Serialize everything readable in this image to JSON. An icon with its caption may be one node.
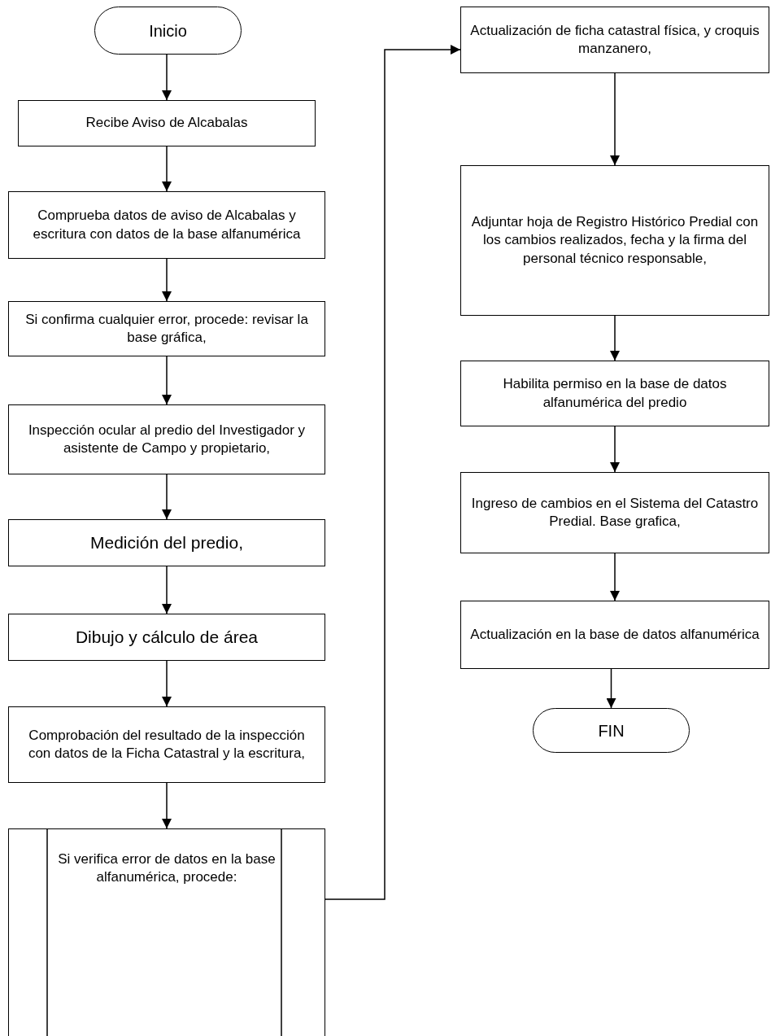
{
  "diagram": {
    "nodes": [
      {
        "text": [
          "Inicio"
        ]
      },
      {
        "text": [
          "Recibe Aviso de Alcabalas"
        ]
      },
      {
        "text": [
          "Comprueba datos de aviso de Alcabalas y escritura con datos de la base alfanumérica"
        ]
      },
      {
        "text": [
          "Si confirma cualquier error, procede: revisar la base gráfica,"
        ]
      },
      {
        "text": [
          "Inspección ocular al predio del Investigador y asistente de Campo y propietario,"
        ]
      },
      {
        "text": [
          "Medición del predio,"
        ]
      },
      {
        "text": [
          "Dibujo y cálculo de área"
        ]
      },
      {
        "text": [
          "Comprobación del resultado de la inspección con datos de la Ficha Catastral  y la escritura,"
        ]
      },
      {
        "text": [
          "Si verifica error de datos en la base alfanumérica, procede:"
        ]
      },
      {
        "text": [
          "Actualización de ficha catastral física, y croquis manzanero,"
        ]
      },
      {
        "text": [
          "Adjuntar hoja de Registro Histórico Predial con los cambios realizados, fecha y la firma del personal técnico responsable,"
        ]
      },
      {
        "text": [
          "Habilita permiso en la base de datos alfanumérica del predio"
        ]
      },
      {
        "text": [
          "Ingreso de cambios en el Sistema del Catastro Predial. Base grafica,"
        ]
      },
      {
        "text": [
          "Actualización en la base de datos alfanumérica"
        ]
      },
      {
        "text": [
          "FIN"
        ]
      }
    ],
    "edges": [
      {
        "from": 0,
        "to": 1,
        "arrow": "to"
      },
      {
        "from": 1,
        "to": 2,
        "arrow": "to"
      },
      {
        "from": 2,
        "to": 3,
        "arrow": "to"
      },
      {
        "from": 3,
        "to": 4,
        "arrow": "to"
      },
      {
        "from": 4,
        "to": 5,
        "arrow": "to"
      },
      {
        "from": 5,
        "to": 6,
        "arrow": "to"
      },
      {
        "from": 6,
        "to": 7,
        "arrow": "to"
      },
      {
        "from": 7,
        "to": 8,
        "arrow": "to"
      },
      {
        "from": 8,
        "to": 9,
        "arrow": "to"
      },
      {
        "from": 9,
        "to": 10,
        "arrow": "to"
      },
      {
        "from": 10,
        "to": 11,
        "arrow": "to"
      },
      {
        "from": 11,
        "to": 12,
        "arrow": "to"
      },
      {
        "from": 12,
        "to": 13,
        "arrow": "to"
      },
      {
        "from": 13,
        "to": 14,
        "arrow": "to"
      }
    ]
  }
}
